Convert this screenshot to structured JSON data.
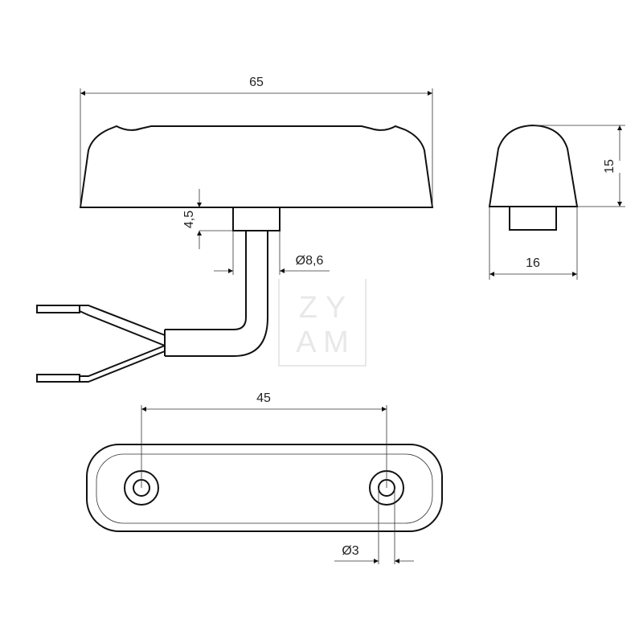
{
  "drawing": {
    "type": "technical-drawing",
    "views": [
      "front-view",
      "side-view",
      "top-view"
    ],
    "dimensions": {
      "overall_length": "65",
      "base_offset": "4,5",
      "cable_diameter": "Ø8,6",
      "side_height": "15",
      "side_width": "16",
      "hole_spacing": "45",
      "hole_diameter": "Ø3"
    },
    "watermark": {
      "line1": "Z Y",
      "line2": "A M",
      "color": "#e8e8e8"
    },
    "line_color": "#111111"
  }
}
